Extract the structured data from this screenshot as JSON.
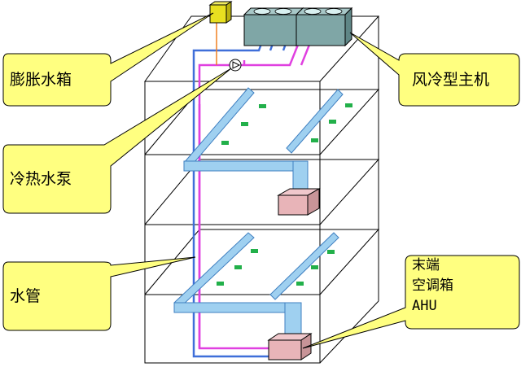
{
  "labels": {
    "expansion_tank": "膨胀水箱",
    "pump": "冷热水泵",
    "pipe": "水管",
    "chiller": "风冷型主机",
    "ahu_line1": "末端",
    "ahu_line2": "空调箱",
    "ahu_line3": "AHU"
  },
  "colors": {
    "callout_fill": "#ffff80",
    "building_line": "#000000",
    "supply_pipe": "#3f6fd9",
    "return_pipe": "#e040e0",
    "duct_fill": "#9fd0f0",
    "duct_stroke": "#3f7fc0",
    "diffuser": "#22b04a",
    "ahu_fill": "#e8b4b8",
    "tank_fill": "#e8e020",
    "chiller_fill": "#7fa6a6",
    "fan_fill": "#d8f0f0"
  }
}
